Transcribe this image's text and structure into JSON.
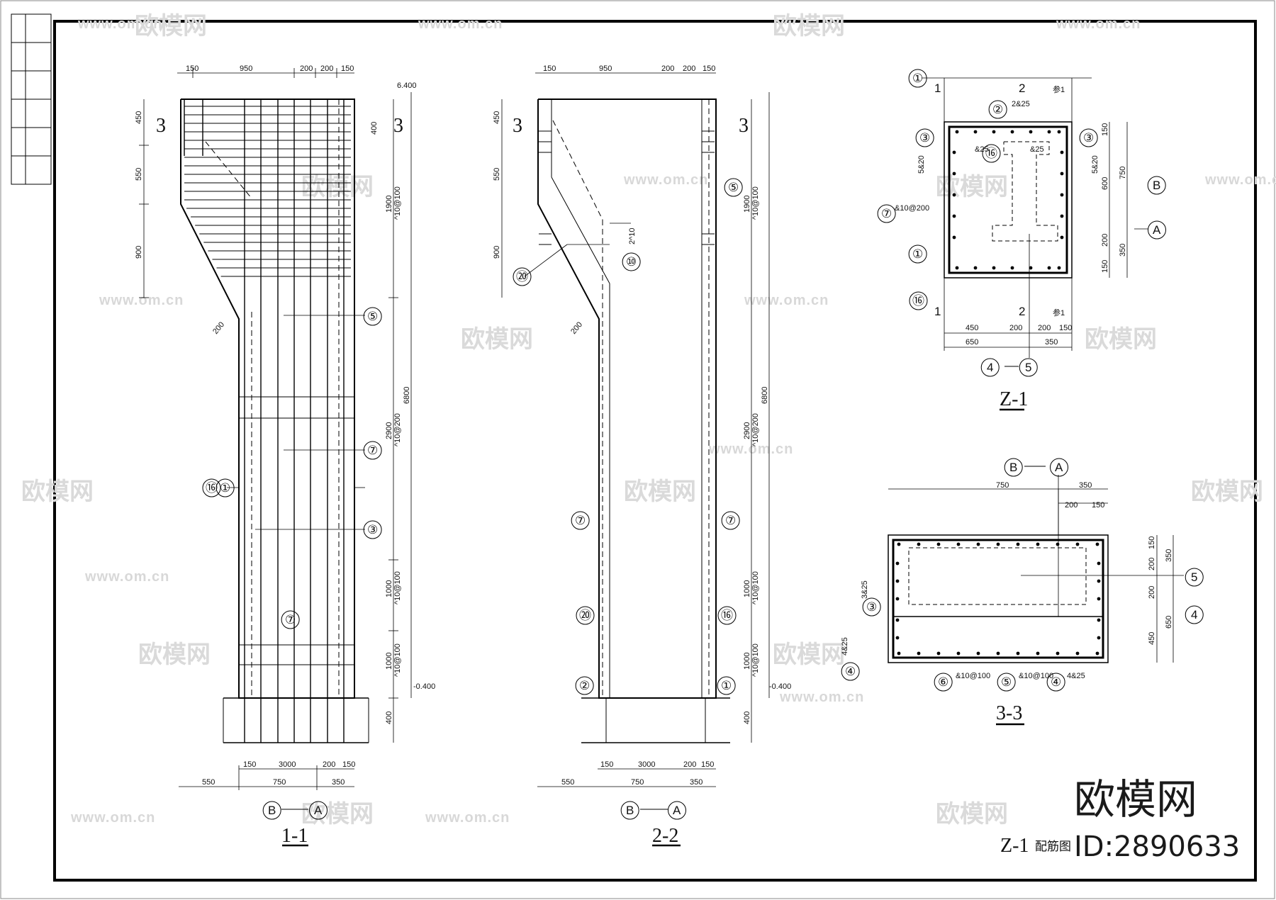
{
  "elevation_top": "6.400",
  "elevation_bottom": "-0.400",
  "section_cut_label": "3",
  "views": {
    "s11": {
      "caption": "1-1",
      "top_dims": [
        "150",
        "950",
        "200",
        "200",
        "150"
      ],
      "left_dims": [
        "450",
        "550",
        "900"
      ],
      "right_dims_inner": [
        "400"
      ],
      "right_dims": [
        "1900",
        "^10@100",
        "2900",
        "^10@200",
        "1000",
        "^10@100",
        "1000",
        "^10@100",
        "400"
      ],
      "overall_height": "6800",
      "bottom_dims_row1": [
        "150",
        "3000",
        "200",
        "150"
      ],
      "bottom_dims_row2": [
        "550",
        "750",
        "350"
      ],
      "bracket_dim": "200",
      "callouts": [
        "⑤",
        "⑦",
        "⑯",
        "①",
        "③",
        "⑦"
      ],
      "axis_labels": [
        "B",
        "A"
      ]
    },
    "s22": {
      "caption": "2-2",
      "top_dims": [
        "150",
        "950",
        "200",
        "200",
        "150"
      ],
      "left_dims": [
        "450",
        "550",
        "900"
      ],
      "right_dims": [
        "1900",
        "^10@100",
        "2900",
        "^10@200",
        "1000",
        "^10@100",
        "1000",
        "^10@100",
        "400"
      ],
      "overall_height": "6800",
      "bottom_dims_row1": [
        "150",
        "3000",
        "200",
        "150"
      ],
      "bottom_dims_row2": [
        "550",
        "750",
        "350"
      ],
      "bracket_dim": "200",
      "bar_note": "2^10",
      "callouts": [
        "⑤",
        "⑩",
        "⑳",
        "⑦",
        "⑦",
        "⑳",
        "⑯",
        "②",
        "①"
      ],
      "axis_labels": [
        "B",
        "A"
      ]
    },
    "z1": {
      "caption": "Z-1",
      "section_marks": [
        "1",
        "2",
        "参1"
      ],
      "top_note": "2&25",
      "left_bars": "5&20",
      "right_bars": "5&20",
      "stirrup": "&10@200",
      "inner_notes": [
        "&25",
        "&25"
      ],
      "right_dims": [
        "150",
        "600",
        "200",
        "150"
      ],
      "right_dims_outer": [
        "750",
        "350"
      ],
      "bottom_dims_row1": [
        "450",
        "200",
        "200",
        "150"
      ],
      "bottom_dims_row2": [
        "650",
        "350"
      ],
      "axis_labels": [
        "B",
        "A",
        "4",
        "5"
      ],
      "callouts": [
        "①",
        "②",
        "③",
        "⑯",
        "⑦",
        "①",
        "⑯",
        "③"
      ]
    },
    "s33": {
      "caption": "3-3",
      "top_dims_row1": [
        "750",
        "350"
      ],
      "top_dims_row2": [
        "200",
        "150"
      ],
      "right_dims": [
        "150",
        "200",
        "200",
        "450"
      ],
      "right_dims_outer": [
        "350",
        "650"
      ],
      "left_notes": [
        "3&25",
        "4&25"
      ],
      "bottom_notes": [
        "&10@100",
        "&10@100",
        "4&25"
      ],
      "axis_labels": [
        "B",
        "A",
        "5",
        "4"
      ],
      "callouts": [
        "③",
        "⑥",
        "⑤",
        "④",
        "④"
      ]
    }
  },
  "drawing_title": "Z-1",
  "drawing_title_suffix": "配筋图",
  "brand": {
    "name": "欧模网",
    "id": "ID:2890633",
    "watermark_url": "www.om.cn",
    "watermark_cn": "欧模网"
  },
  "title_block_rows": [
    "",
    "",
    "",
    "",
    ""
  ]
}
